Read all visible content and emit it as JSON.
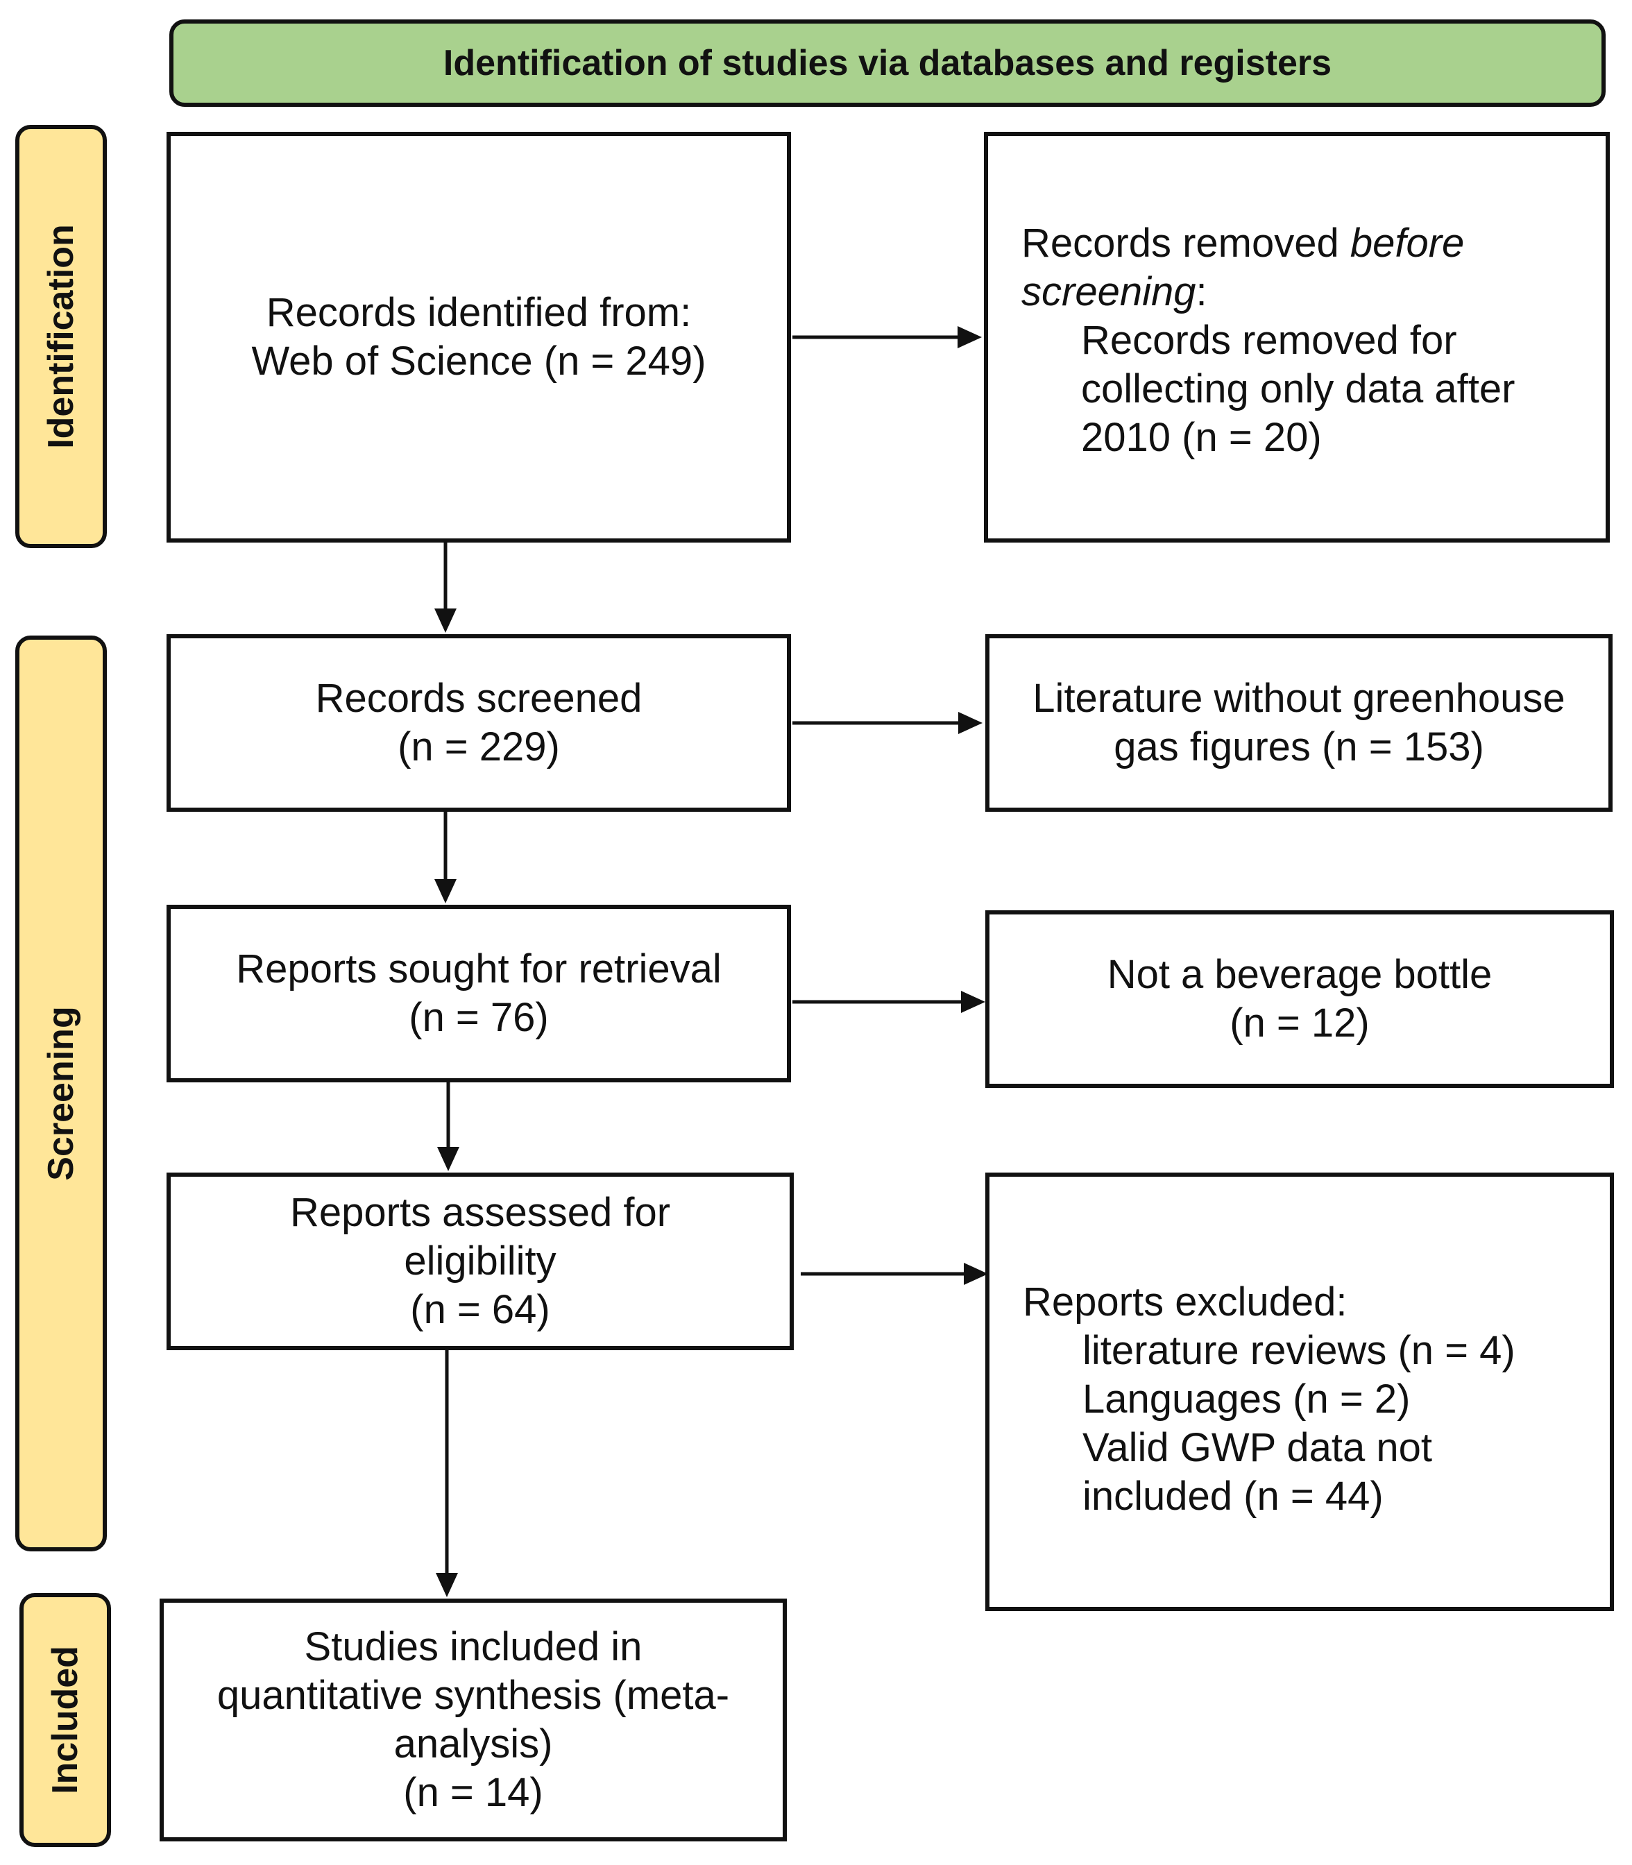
{
  "colors": {
    "banner_fill": "#a9d18e",
    "phase_fill": "#ffe699",
    "border": "#111111"
  },
  "header": {
    "title": "Identification of studies via databases and registers"
  },
  "phases": {
    "identification": "Identification",
    "screening": "Screening",
    "included": "Included"
  },
  "records_identified": {
    "line1": "Records identified from:",
    "line2": "Web of Science (n = 249)"
  },
  "records_removed": {
    "line1_prefix": "Records removed ",
    "line1_italic": "before",
    "line2_italic": "screening",
    "line2_suffix": ":",
    "sub_line1": "Records removed for",
    "sub_line2": "collecting only data after",
    "sub_line3": "2010 (n = 20)"
  },
  "records_screened": {
    "line1": "Records screened",
    "line2": "(n = 229)"
  },
  "excluded_screening": {
    "line1": "Literature without greenhouse",
    "line2": "gas figures (n = 153)"
  },
  "reports_sought": {
    "line1": "Reports sought for retrieval",
    "line2": "(n = 76)"
  },
  "not_retrieved": {
    "line1": "Not a beverage bottle",
    "line2": "(n = 12)"
  },
  "reports_assessed": {
    "line1": "Reports assessed for",
    "line2": "eligibility",
    "line3": "(n = 64)"
  },
  "reports_excluded": {
    "title": "Reports excluded:",
    "reasons": [
      "literature reviews (n = 4)",
      "Languages (n = 2)",
      "Valid GWP data not",
      "included  (n = 44)"
    ]
  },
  "studies_included": {
    "line1": "Studies included in",
    "line2": "quantitative synthesis (meta-",
    "line3": "analysis)",
    "line4": "(n = 14)"
  }
}
